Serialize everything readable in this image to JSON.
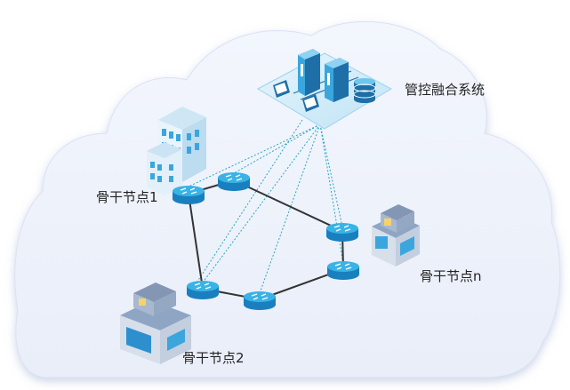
{
  "labels": {
    "control_system": "管控融合系统",
    "node_1": "骨干节点1",
    "node_2": "骨干节点2",
    "node_n": "骨干节点n"
  },
  "colors": {
    "cloud_fill": "#eef2fb",
    "cloud_shadow": "#c9d3ea",
    "router_top": "#39b3e6",
    "router_side": "#1a7fbf",
    "solid_link": "#333333",
    "dotted_link": "#2aa8c4",
    "building_blue": "#3aa6dd"
  },
  "icons": {
    "router": "router-icon",
    "server": "server-icon",
    "database": "database-icon",
    "building": "office-building-icon",
    "house": "shop-building-icon"
  }
}
